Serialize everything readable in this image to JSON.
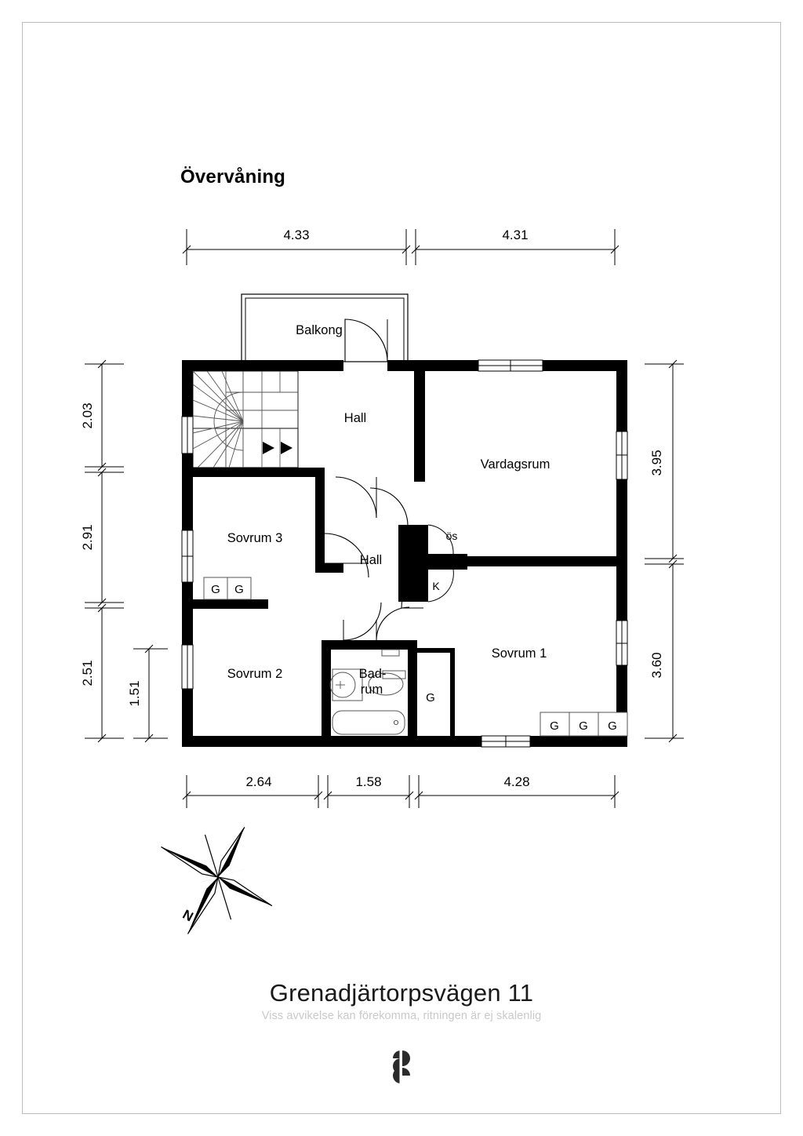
{
  "page": {
    "floor_title": "Övervåning",
    "address": "Grenadjärtorpsvägen 11",
    "disclaimer": "Viss avvikelse kan förekomma, ritningen är ej skalenlig",
    "logo_name": "svensk-fastighetsformedling-logo",
    "colors": {
      "wall": "#000000",
      "page_border": "#bdbdbd",
      "text": "#000000",
      "disclaimer_text": "#c9c9c9",
      "logo": "#2b2b2b"
    }
  },
  "compass": {
    "label": "N"
  },
  "dimensions": {
    "top": [
      {
        "value": "4.33"
      },
      {
        "value": "4.31"
      }
    ],
    "bottom": [
      {
        "value": "2.64"
      },
      {
        "value": "1.58"
      },
      {
        "value": "4.28"
      }
    ],
    "left_outer": [
      {
        "value": "2.03"
      },
      {
        "value": "2.91"
      },
      {
        "value": "2.51"
      }
    ],
    "left_inner": [
      {
        "value": "1.51"
      }
    ],
    "right": [
      {
        "value": "3.95"
      },
      {
        "value": "3.60"
      }
    ]
  },
  "rooms": [
    {
      "name": "balkong",
      "label": "Balkong"
    },
    {
      "name": "hall-upper",
      "label": "Hall"
    },
    {
      "name": "vardagsrum",
      "label": "Vardagsrum"
    },
    {
      "name": "sovrum-3",
      "label": "Sovrum 3"
    },
    {
      "name": "hall-lower",
      "label": "Hall"
    },
    {
      "name": "sovrum-2",
      "label": "Sovrum 2"
    },
    {
      "name": "badrum",
      "label": "Bad-"
    },
    {
      "name": "badrum-2",
      "label": "rum"
    },
    {
      "name": "sovrum-1",
      "label": "Sovrum 1"
    },
    {
      "name": "kitchenette",
      "label": "K"
    },
    {
      "name": "os-closet",
      "label": "ös"
    }
  ],
  "closets": [
    {
      "label": "G"
    },
    {
      "label": "G"
    },
    {
      "label": "G"
    },
    {
      "label": "G"
    },
    {
      "label": "G"
    },
    {
      "label": "G"
    }
  ]
}
